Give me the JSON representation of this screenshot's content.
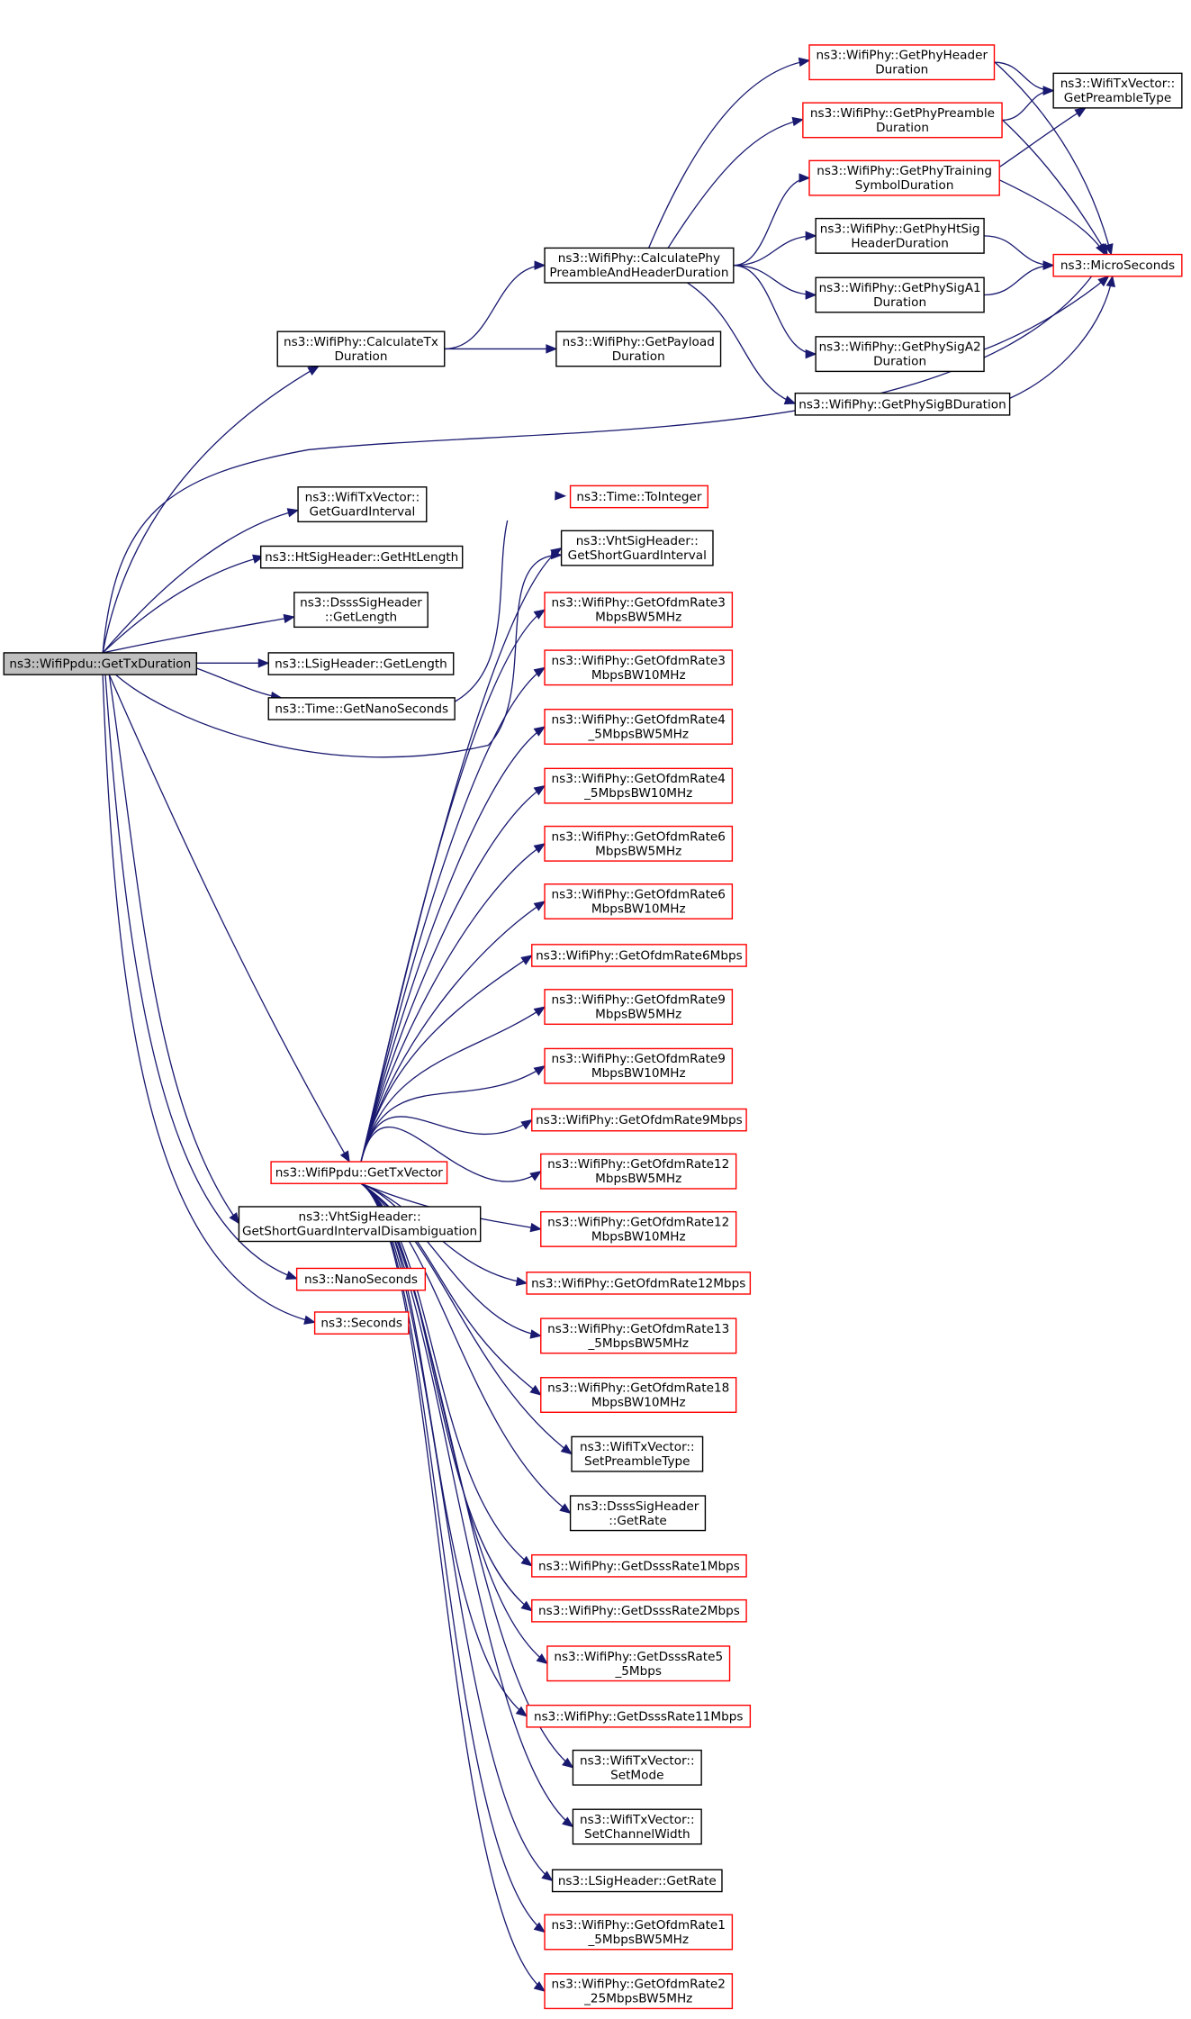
{
  "colors": {
    "edge": "#191970",
    "border_documented": "#000000",
    "border_undocumented": "#ff0000",
    "root_fill": "#bfbfbf",
    "node_fill": "#ffffff"
  },
  "nodes": [
    {
      "id": "root",
      "lines": [
        "ns3::WifiPpdu::GetTxDuration"
      ],
      "style": "root"
    },
    {
      "id": "calcTx",
      "lines": [
        "ns3::WifiPhy::CalculateTx",
        "Duration"
      ],
      "style": "black"
    },
    {
      "id": "calcPre",
      "lines": [
        "ns3::WifiPhy::CalculatePhy",
        "PreambleAndHeaderDuration"
      ],
      "style": "black"
    },
    {
      "id": "getPayload",
      "lines": [
        "ns3::WifiPhy::GetPayload",
        "Duration"
      ],
      "style": "black"
    },
    {
      "id": "phyHeader",
      "lines": [
        "ns3::WifiPhy::GetPhyHeader",
        "Duration"
      ],
      "style": "red"
    },
    {
      "id": "phyPreamble",
      "lines": [
        "ns3::WifiPhy::GetPhyPreamble",
        "Duration"
      ],
      "style": "red"
    },
    {
      "id": "phyTraining",
      "lines": [
        "ns3::WifiPhy::GetPhyTraining",
        "SymbolDuration"
      ],
      "style": "red"
    },
    {
      "id": "phyHtSig",
      "lines": [
        "ns3::WifiPhy::GetPhyHtSig",
        "HeaderDuration"
      ],
      "style": "black"
    },
    {
      "id": "phySigA1",
      "lines": [
        "ns3::WifiPhy::GetPhySigA1",
        "Duration"
      ],
      "style": "black"
    },
    {
      "id": "phySigA2",
      "lines": [
        "ns3::WifiPhy::GetPhySigA2",
        "Duration"
      ],
      "style": "black"
    },
    {
      "id": "phySigB",
      "lines": [
        "ns3::WifiPhy::GetPhySigBDuration"
      ],
      "style": "black"
    },
    {
      "id": "preambleType",
      "lines": [
        "ns3::WifiTxVector::",
        "GetPreambleType"
      ],
      "style": "black"
    },
    {
      "id": "micro",
      "lines": [
        "ns3::MicroSeconds"
      ],
      "style": "red"
    },
    {
      "id": "guardInterval",
      "lines": [
        "ns3::WifiTxVector::",
        "GetGuardInterval"
      ],
      "style": "black"
    },
    {
      "id": "htLength",
      "lines": [
        "ns3::HtSigHeader::GetHtLength"
      ],
      "style": "black"
    },
    {
      "id": "dsssLength",
      "lines": [
        "ns3::DsssSigHeader",
        "::GetLength"
      ],
      "style": "black"
    },
    {
      "id": "lsigLength",
      "lines": [
        "ns3::LSigHeader::GetLength"
      ],
      "style": "black"
    },
    {
      "id": "nanoSecs",
      "lines": [
        "ns3::Time::GetNanoSeconds"
      ],
      "style": "black"
    },
    {
      "id": "toInteger",
      "lines": [
        "ns3::Time::ToInteger"
      ],
      "style": "red"
    },
    {
      "id": "vhtShortGI",
      "lines": [
        "ns3::VhtSigHeader::",
        "GetShortGuardInterval"
      ],
      "style": "black"
    },
    {
      "id": "ofdm3_5",
      "lines": [
        "ns3::WifiPhy::GetOfdmRate3",
        "MbpsBW5MHz"
      ],
      "style": "red"
    },
    {
      "id": "ofdm3_10",
      "lines": [
        "ns3::WifiPhy::GetOfdmRate3",
        "MbpsBW10MHz"
      ],
      "style": "red"
    },
    {
      "id": "ofdm45_5",
      "lines": [
        "ns3::WifiPhy::GetOfdmRate4",
        "_5MbpsBW5MHz"
      ],
      "style": "red"
    },
    {
      "id": "ofdm45_10",
      "lines": [
        "ns3::WifiPhy::GetOfdmRate4",
        "_5MbpsBW10MHz"
      ],
      "style": "red"
    },
    {
      "id": "ofdm6_5",
      "lines": [
        "ns3::WifiPhy::GetOfdmRate6",
        "MbpsBW5MHz"
      ],
      "style": "red"
    },
    {
      "id": "ofdm6_10",
      "lines": [
        "ns3::WifiPhy::GetOfdmRate6",
        "MbpsBW10MHz"
      ],
      "style": "red"
    },
    {
      "id": "ofdm6",
      "lines": [
        "ns3::WifiPhy::GetOfdmRate6Mbps"
      ],
      "style": "red"
    },
    {
      "id": "ofdm9_5",
      "lines": [
        "ns3::WifiPhy::GetOfdmRate9",
        "MbpsBW5MHz"
      ],
      "style": "red"
    },
    {
      "id": "ofdm9_10",
      "lines": [
        "ns3::WifiPhy::GetOfdmRate9",
        "MbpsBW10MHz"
      ],
      "style": "red"
    },
    {
      "id": "ofdm9",
      "lines": [
        "ns3::WifiPhy::GetOfdmRate9Mbps"
      ],
      "style": "red"
    },
    {
      "id": "ofdm12_5",
      "lines": [
        "ns3::WifiPhy::GetOfdmRate12",
        "MbpsBW5MHz"
      ],
      "style": "red"
    },
    {
      "id": "ofdm12_10",
      "lines": [
        "ns3::WifiPhy::GetOfdmRate12",
        "MbpsBW10MHz"
      ],
      "style": "red"
    },
    {
      "id": "ofdm12",
      "lines": [
        "ns3::WifiPhy::GetOfdmRate12Mbps"
      ],
      "style": "red"
    },
    {
      "id": "ofdm135_5",
      "lines": [
        "ns3::WifiPhy::GetOfdmRate13",
        "_5MbpsBW5MHz"
      ],
      "style": "red"
    },
    {
      "id": "ofdm18_10",
      "lines": [
        "ns3::WifiPhy::GetOfdmRate18",
        "MbpsBW10MHz"
      ],
      "style": "red"
    },
    {
      "id": "setPreamble",
      "lines": [
        "ns3::WifiTxVector::",
        "SetPreambleType"
      ],
      "style": "black"
    },
    {
      "id": "dsssRate",
      "lines": [
        "ns3::DsssSigHeader",
        "::GetRate"
      ],
      "style": "black"
    },
    {
      "id": "dsss1",
      "lines": [
        "ns3::WifiPhy::GetDsssRate1Mbps"
      ],
      "style": "red"
    },
    {
      "id": "dsss2",
      "lines": [
        "ns3::WifiPhy::GetDsssRate2Mbps"
      ],
      "style": "red"
    },
    {
      "id": "dsss55",
      "lines": [
        "ns3::WifiPhy::GetDsssRate5",
        "_5Mbps"
      ],
      "style": "red"
    },
    {
      "id": "dsss11",
      "lines": [
        "ns3::WifiPhy::GetDsssRate11Mbps"
      ],
      "style": "red"
    },
    {
      "id": "setMode",
      "lines": [
        "ns3::WifiTxVector::",
        "SetMode"
      ],
      "style": "black"
    },
    {
      "id": "setChannel",
      "lines": [
        "ns3::WifiTxVector::",
        "SetChannelWidth"
      ],
      "style": "black"
    },
    {
      "id": "lsigRate",
      "lines": [
        "ns3::LSigHeader::GetRate"
      ],
      "style": "black"
    },
    {
      "id": "ofdm15_5",
      "lines": [
        "ns3::WifiPhy::GetOfdmRate1",
        "_5MbpsBW5MHz"
      ],
      "style": "red"
    },
    {
      "id": "ofdm225_5",
      "lines": [
        "ns3::WifiPhy::GetOfdmRate2",
        "_25MbpsBW5MHz"
      ],
      "style": "red"
    },
    {
      "id": "getTxVector",
      "lines": [
        "ns3::WifiPpdu::GetTxVector"
      ],
      "style": "red"
    },
    {
      "id": "vhtDisamb",
      "lines": [
        "ns3::VhtSigHeader::",
        "GetShortGuardIntervalDisambiguation"
      ],
      "style": "black"
    },
    {
      "id": "nano",
      "lines": [
        "ns3::NanoSeconds"
      ],
      "style": "red"
    },
    {
      "id": "seconds",
      "lines": [
        "ns3::Seconds"
      ],
      "style": "red"
    }
  ],
  "edges": [
    [
      "root",
      "calcTx"
    ],
    [
      "root",
      "micro"
    ],
    [
      "root",
      "guardInterval"
    ],
    [
      "root",
      "htLength"
    ],
    [
      "root",
      "dsssLength"
    ],
    [
      "root",
      "lsigLength"
    ],
    [
      "root",
      "nanoSecs"
    ],
    [
      "root",
      "vhtShortGI"
    ],
    [
      "root",
      "getTxVector"
    ],
    [
      "root",
      "vhtDisamb"
    ],
    [
      "root",
      "nano"
    ],
    [
      "root",
      "seconds"
    ],
    [
      "calcTx",
      "calcPre"
    ],
    [
      "calcTx",
      "getPayload"
    ],
    [
      "calcPre",
      "phyHeader"
    ],
    [
      "calcPre",
      "phyPreamble"
    ],
    [
      "calcPre",
      "phyTraining"
    ],
    [
      "calcPre",
      "phyHtSig"
    ],
    [
      "calcPre",
      "phySigA1"
    ],
    [
      "calcPre",
      "phySigA2"
    ],
    [
      "calcPre",
      "phySigB"
    ],
    [
      "phyHeader",
      "preambleType"
    ],
    [
      "phyHeader",
      "micro"
    ],
    [
      "phyPreamble",
      "preambleType"
    ],
    [
      "phyPreamble",
      "micro"
    ],
    [
      "phyTraining",
      "preambleType"
    ],
    [
      "phyTraining",
      "micro"
    ],
    [
      "phyHtSig",
      "micro"
    ],
    [
      "phySigA1",
      "micro"
    ],
    [
      "phySigA2",
      "micro"
    ],
    [
      "phySigB",
      "micro"
    ],
    [
      "nanoSecs",
      "toInteger"
    ],
    [
      "getTxVector",
      "vhtShortGI"
    ],
    [
      "getTxVector",
      "ofdm3_5"
    ],
    [
      "getTxVector",
      "ofdm3_10"
    ],
    [
      "getTxVector",
      "ofdm45_5"
    ],
    [
      "getTxVector",
      "ofdm45_10"
    ],
    [
      "getTxVector",
      "ofdm6_5"
    ],
    [
      "getTxVector",
      "ofdm6_10"
    ],
    [
      "getTxVector",
      "ofdm6"
    ],
    [
      "getTxVector",
      "ofdm9_5"
    ],
    [
      "getTxVector",
      "ofdm9_10"
    ],
    [
      "getTxVector",
      "ofdm9"
    ],
    [
      "getTxVector",
      "ofdm12_5"
    ],
    [
      "getTxVector",
      "ofdm12_10"
    ],
    [
      "getTxVector",
      "ofdm12"
    ],
    [
      "getTxVector",
      "ofdm135_5"
    ],
    [
      "getTxVector",
      "ofdm18_10"
    ],
    [
      "getTxVector",
      "setPreamble"
    ],
    [
      "getTxVector",
      "dsssRate"
    ],
    [
      "getTxVector",
      "dsss1"
    ],
    [
      "getTxVector",
      "dsss2"
    ],
    [
      "getTxVector",
      "dsss55"
    ],
    [
      "getTxVector",
      "dsss11"
    ],
    [
      "getTxVector",
      "setMode"
    ],
    [
      "getTxVector",
      "setChannel"
    ],
    [
      "getTxVector",
      "lsigRate"
    ],
    [
      "getTxVector",
      "ofdm15_5"
    ],
    [
      "getTxVector",
      "ofdm225_5"
    ]
  ]
}
